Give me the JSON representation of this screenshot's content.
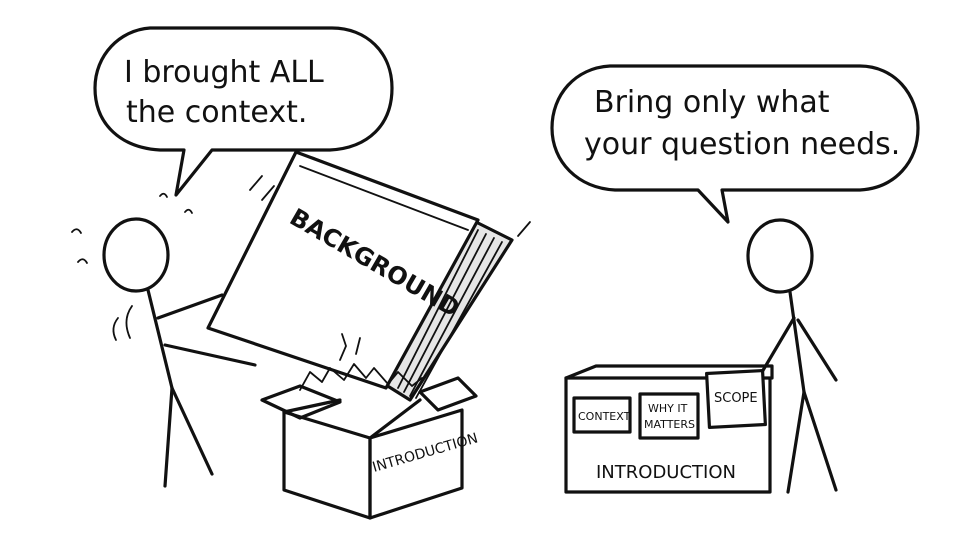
{
  "left_panel": {
    "speech": {
      "line1": "I brought ALL",
      "line2": "the context."
    },
    "book_label": "BACKGROUND",
    "box_label": "INTRODUCTION"
  },
  "right_panel": {
    "speech": {
      "line1": "Bring only what",
      "line2": "your question needs."
    },
    "cards": [
      {
        "line1": "CONTEXT",
        "line2": ""
      },
      {
        "line1": "WHY IT",
        "line2": "MATTERS"
      },
      {
        "line1": "SCOPE",
        "line2": ""
      }
    ],
    "box_label": "INTRODUCTION"
  },
  "colors": {
    "ink": "#111111",
    "paper": "#ffffff",
    "book_side": "#e6e6e6"
  }
}
